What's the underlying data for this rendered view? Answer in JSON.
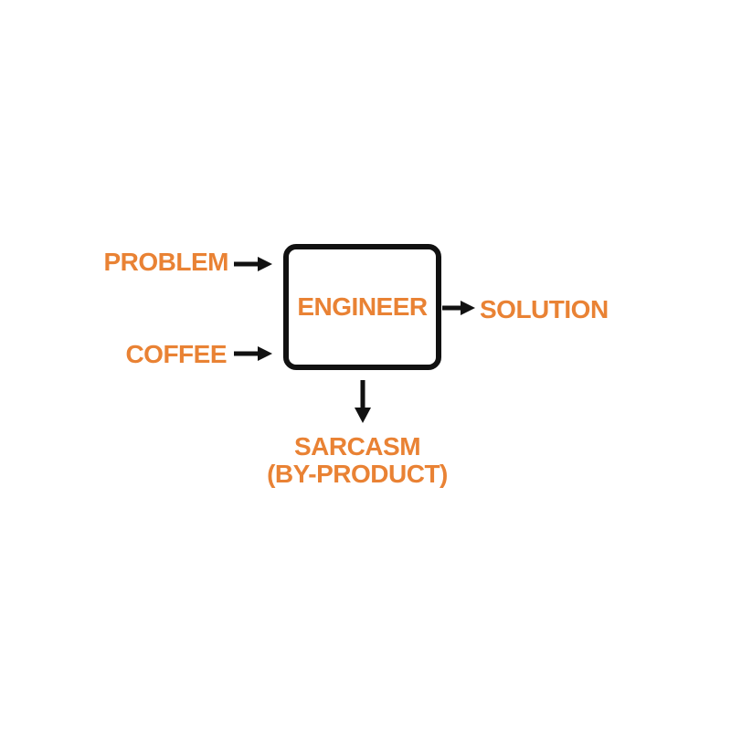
{
  "diagram": {
    "inputs": [
      {
        "label": "PROBLEM"
      },
      {
        "label": "COFFEE"
      }
    ],
    "process": {
      "label": "ENGINEER"
    },
    "output": {
      "label": "SOLUTION"
    },
    "byproduct": {
      "line1": "SARCASM",
      "line2": "(BY-PRODUCT)"
    },
    "colors": {
      "accent_orange": "#E98234",
      "ink_black": "#111111",
      "background": "#FFFFFF"
    }
  }
}
